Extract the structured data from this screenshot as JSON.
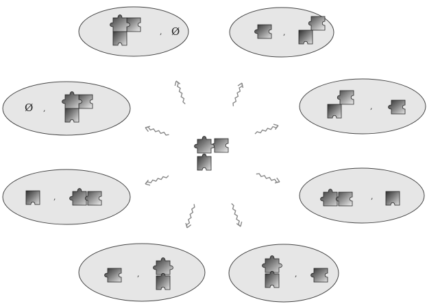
{
  "symbols": {
    "empty_set": "Ø",
    "separator": ","
  },
  "colors": {
    "background": "#ffffff",
    "ellipse_fill": "#e6e6e6",
    "ellipse_stroke": "#444444",
    "piece_dark": "#3a3a3a",
    "piece_light": "#d8d8d8",
    "arrow_stroke": "#999999"
  },
  "center": {
    "pieces": [
      "knob-up-tab-right",
      "right-with-slot",
      "bottom-with-slot"
    ]
  },
  "partitions": [
    {
      "id": "top-left",
      "left": "three-piece",
      "right": "empty-set"
    },
    {
      "id": "top-right",
      "left": "single-piece",
      "right": "two-piece-vertical"
    },
    {
      "id": "upper-left",
      "left": "empty-set",
      "right": "three-piece"
    },
    {
      "id": "upper-right",
      "left": "two-piece-vertical",
      "right": "single-piece"
    },
    {
      "id": "lower-left",
      "left": "single-piece",
      "right": "two-piece-horizontal"
    },
    {
      "id": "lower-right",
      "left": "two-piece-horizontal",
      "right": "single-piece"
    },
    {
      "id": "bottom-left",
      "left": "single-piece",
      "right": "two-piece-stacked"
    },
    {
      "id": "bottom-right",
      "left": "two-piece-stacked",
      "right": "single-piece"
    }
  ]
}
